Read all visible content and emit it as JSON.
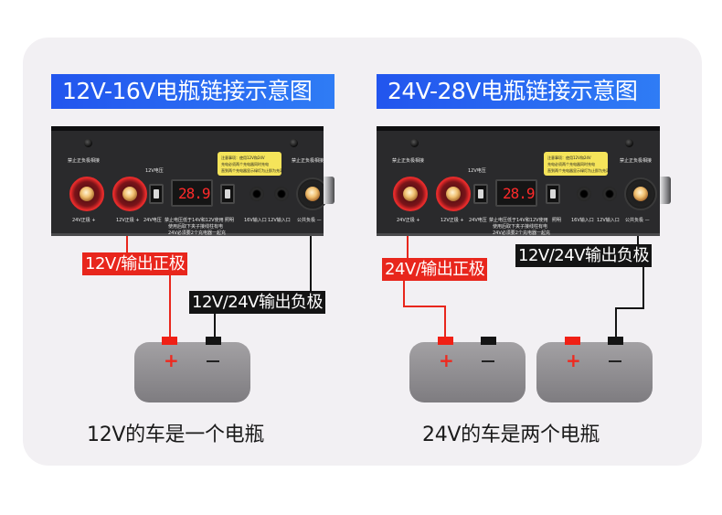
{
  "colors": {
    "card_bg": "#f2f0f3",
    "title_gradient_start": "#2255ee",
    "title_gradient_end": "#2f7cf5",
    "positive_red": "#e8261c",
    "negative_black": "#141414",
    "panel": "#2a2a2c",
    "display_digits": "#ff2a2a",
    "notice_yellow": "#f5e45a"
  },
  "diagrams": [
    {
      "title": "12V-16V电瓶链接示意图",
      "panel": {
        "display_value": "28.9",
        "labels": {
          "no_reverse_left": "禁止正负极相接",
          "no_reverse_right": "禁止正负极相接",
          "voltage_12v": "12V电压",
          "post_24v_pos": "24V正极 +",
          "post_12v_pos": "12V正极 +",
          "switch_24v": "24V电压",
          "warning_line1": "禁止电压低于14V和12V使用",
          "warning_line2": "使用后取下夹子接线柱有电",
          "warning_line3": "24V必须要2个充电器一起充",
          "light": "照明",
          "input_16v": "16V输入口",
          "input_12v": "12V输入口",
          "common_neg": "公共负极 —",
          "notice_line1": "注意事项：使用12V和24V",
          "notice_line2": "充电必须两个充电器同时充电",
          "notice_line3": "直到两个充电器显示绿灯为止即为充满"
        }
      },
      "positive_label": "12V/输出正极",
      "negative_label": "12V/24V输出负极",
      "batteries": [
        {
          "plus": "+",
          "minus": "—"
        }
      ],
      "caption": "12V的车是一个电瓶"
    },
    {
      "title": "24V-28V电瓶链接示意图",
      "panel": {
        "display_value": "28.9",
        "labels": {
          "no_reverse_left": "禁止正负极相接",
          "no_reverse_right": "禁止正负极相接",
          "voltage_12v": "12V电压",
          "post_24v_pos": "24V正极 +",
          "post_12v_pos": "12V正极 +",
          "switch_24v": "24V电压",
          "warning_line1": "禁止电压低于14V和12V使用",
          "warning_line2": "使用后取下夹子接线柱有电",
          "warning_line3": "24V必须要2个充电器一起充",
          "light": "照明",
          "input_16v": "16V输入口",
          "input_12v": "12V输入口",
          "common_neg": "公共负极 —",
          "notice_line1": "注意事项：使用12V和24V",
          "notice_line2": "充电必须两个充电器同时充电",
          "notice_line3": "直到两个充电器显示绿灯为止即为充满"
        }
      },
      "positive_label": "24V/输出正极",
      "negative_label": "12V/24V输出负极",
      "batteries": [
        {
          "plus": "+",
          "minus": "—"
        },
        {
          "plus": "+",
          "minus": "—"
        }
      ],
      "caption": "24V的车是两个电瓶"
    }
  ]
}
